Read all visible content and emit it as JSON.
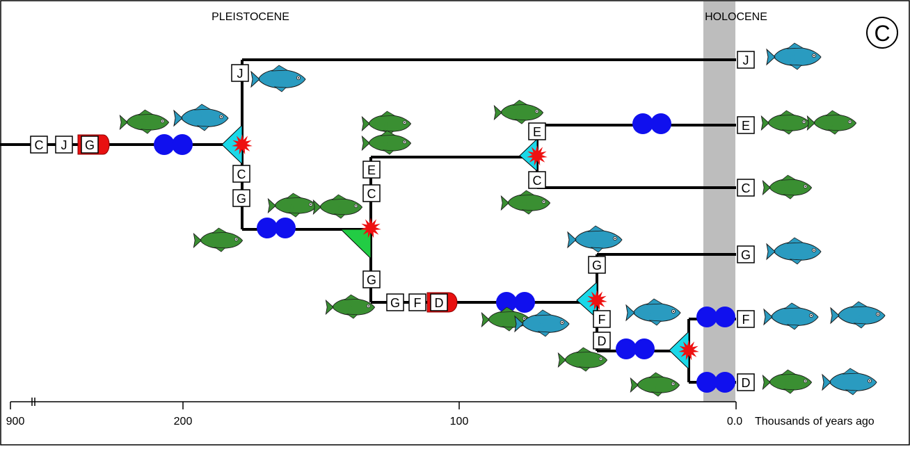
{
  "title_period_1": "PLEISTOCENE",
  "title_period_2": "HOLOCENE",
  "panel_label": "C",
  "axis": {
    "ticks": [
      "900",
      "200",
      "100",
      "0.0"
    ],
    "unit_label": "Thousands of years ago"
  },
  "colors": {
    "branch": "#000000",
    "holocene_band": "#bdbdbd",
    "fish_green": "#3a8f32",
    "fish_blue": "#2a9bc0",
    "bottleneck": "#1010ee",
    "triangle_cyan": "#1ad8e8",
    "triangle_green": "#22cc44",
    "burst_red": "#ee1111",
    "shield_red": "#e81010"
  },
  "tips": [
    "J",
    "E",
    "C",
    "G",
    "F",
    "D"
  ],
  "tip_species": {
    "J": [
      "d"
    ],
    "E": [
      "n",
      "e"
    ],
    "C": [
      "o"
    ],
    "G": [
      "c"
    ],
    "F": [
      "a",
      "b"
    ],
    "D": [
      "n",
      "f"
    ]
  },
  "node_labels": {
    "root_chromosomes": [
      "C",
      "J",
      "G"
    ],
    "root_fish": [
      "n",
      "d"
    ],
    "node1_top": "J",
    "node1_top_fish": "d",
    "node1_bottom": [
      "C",
      "G"
    ],
    "node1_bottom_fish": "n",
    "node2_fish_above": [
      "n",
      "o"
    ],
    "node2_upper": [
      "E",
      "C"
    ],
    "node2_upper_fish": [
      "n",
      "o"
    ],
    "node2_lower": "G",
    "node2_lower_fish": "n",
    "node2_lower_chain": [
      "G",
      "F",
      "D"
    ],
    "node3_top": "E",
    "node3_top_fish": "n",
    "node3_bottom": "C",
    "node3_bottom_fish": "o",
    "node4_fish_left": [
      "n",
      "c"
    ],
    "node4_top": "G",
    "node4_top_fish": "c",
    "node4_bottom": [
      "F",
      "D"
    ],
    "node4_bottom_fish": "n",
    "node5_fish_top": "a",
    "node5_fish_bottom": "n"
  }
}
